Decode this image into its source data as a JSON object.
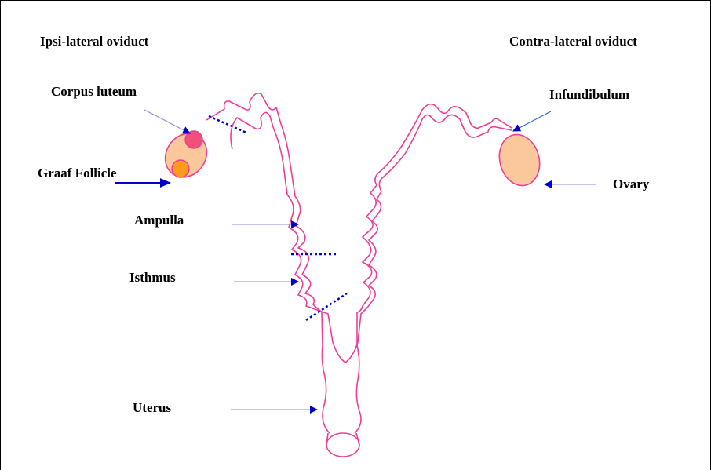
{
  "titles": {
    "left": "Ipsi-lateral oviduct",
    "right": "Contra-lateral oviduct"
  },
  "labels": {
    "corpus_luteum": "Corpus luteum",
    "graaf_follicle": "Graaf Follicle",
    "ampulla": "Ampulla",
    "isthmus": "Isthmus",
    "uterus": "Uterus",
    "infundibulum": "Infundibulum",
    "ovary": "Ovary"
  },
  "colors": {
    "tract_outline": "#ee3d96",
    "arrow_blue": "#0000cc",
    "ovary_fill": "#fbc89c",
    "corpus_luteum_fill": "#f0507a",
    "graaf_follicle_fill": "#ff9a1a",
    "boundary_dotted": "#0000cc"
  }
}
